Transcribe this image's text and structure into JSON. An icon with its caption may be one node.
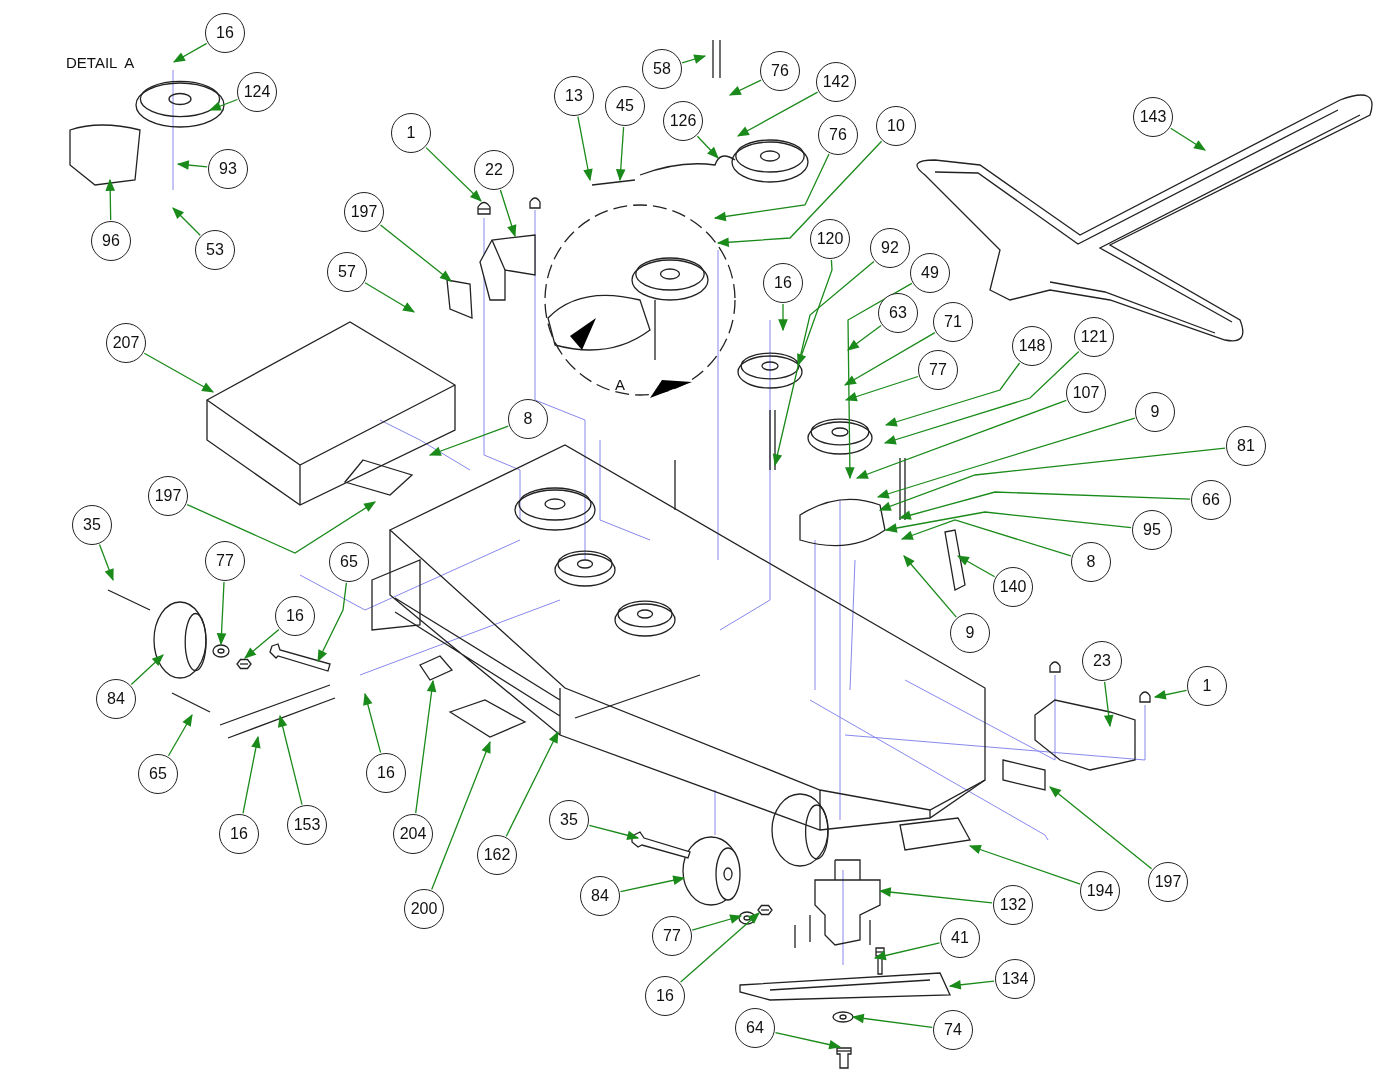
{
  "diagram": {
    "nodes": [
      {
        "text": [
          "16"
        ]
      },
      {
        "text": [
          "58"
        ]
      },
      {
        "text": [
          "76"
        ]
      },
      {
        "text": [
          "142"
        ]
      },
      {
        "text": [
          "124"
        ]
      },
      {
        "text": [
          "143"
        ]
      },
      {
        "text": [
          "126"
        ]
      },
      {
        "text": [
          "10"
        ]
      },
      {
        "text": [
          "13"
        ]
      },
      {
        "text": [
          "45"
        ]
      },
      {
        "text": [
          "1"
        ]
      },
      {
        "text": [
          "76"
        ]
      },
      {
        "text": [
          "93"
        ]
      },
      {
        "text": [
          "22"
        ]
      },
      {
        "text": [
          "197"
        ]
      },
      {
        "text": [
          "53"
        ]
      },
      {
        "text": [
          "96"
        ]
      },
      {
        "text": [
          "120"
        ]
      },
      {
        "text": [
          "92"
        ]
      },
      {
        "text": [
          "16"
        ]
      },
      {
        "text": [
          "49"
        ]
      },
      {
        "text": [
          "63"
        ]
      },
      {
        "text": [
          "71"
        ]
      },
      {
        "text": [
          "57"
        ]
      },
      {
        "text": [
          "207"
        ]
      },
      {
        "text": [
          "148"
        ]
      },
      {
        "text": [
          "77"
        ]
      },
      {
        "text": [
          "121"
        ]
      },
      {
        "text": [
          "107"
        ]
      },
      {
        "text": [
          "9"
        ]
      },
      {
        "text": [
          "81"
        ]
      },
      {
        "text": [
          "8"
        ]
      },
      {
        "text": [
          "66"
        ]
      },
      {
        "text": [
          "95"
        ]
      },
      {
        "text": [
          "197"
        ]
      },
      {
        "text": [
          "8"
        ]
      },
      {
        "text": [
          "35"
        ]
      },
      {
        "text": [
          "77"
        ]
      },
      {
        "text": [
          "140"
        ]
      },
      {
        "text": [
          "65"
        ]
      },
      {
        "text": [
          "16"
        ]
      },
      {
        "text": [
          "9"
        ]
      },
      {
        "text": [
          "1"
        ]
      },
      {
        "text": [
          "23"
        ]
      },
      {
        "text": [
          "84"
        ]
      },
      {
        "text": [
          "65"
        ]
      },
      {
        "text": [
          "16"
        ]
      },
      {
        "text": [
          "153"
        ]
      },
      {
        "text": [
          "16"
        ]
      },
      {
        "text": [
          "204"
        ]
      },
      {
        "text": [
          "162"
        ]
      },
      {
        "text": [
          "35"
        ]
      },
      {
        "text": [
          "197"
        ]
      },
      {
        "text": [
          "194"
        ]
      },
      {
        "text": [
          "84"
        ]
      },
      {
        "text": [
          "132"
        ]
      },
      {
        "text": [
          "200"
        ]
      },
      {
        "text": [
          "77"
        ]
      },
      {
        "text": [
          "41"
        ]
      },
      {
        "text": [
          "134"
        ]
      },
      {
        "text": [
          "16"
        ]
      },
      {
        "text": [
          "74"
        ]
      },
      {
        "text": [
          "64"
        ]
      },
      {
        "text": [],
        "shape": "picture"
      },
      {
        "text": [],
        "shape": "picture"
      },
      {
        "text": [],
        "shape": "picture"
      },
      {
        "text": [],
        "shape": "picture"
      },
      {
        "text": [],
        "shape": "picture"
      },
      {
        "text": [],
        "shape": "picture"
      },
      {
        "text": [],
        "shape": "picture"
      },
      {
        "text": [],
        "shape": "picture"
      },
      {
        "text": [],
        "shape": "picture"
      },
      {
        "text": [],
        "shape": "picture"
      },
      {
        "text": [],
        "shape": "picture"
      },
      {
        "text": [],
        "shape": "picture"
      },
      {
        "text": [],
        "shape": "picture"
      },
      {
        "text": [],
        "shape": "picture"
      }
    ],
    "edges": [
      {
        "from": 0,
        "to": null,
        "arrow": "to"
      },
      {
        "from": 1,
        "to": null,
        "arrow": "to"
      },
      {
        "from": 2,
        "to": null,
        "arrow": "to"
      },
      {
        "from": 3,
        "to": null,
        "arrow": "to"
      },
      {
        "from": 4,
        "to": null,
        "arrow": "to"
      },
      {
        "from": 5,
        "to": null,
        "arrow": "to"
      },
      {
        "from": 6,
        "to": null,
        "arrow": "to"
      },
      {
        "from": 7,
        "to": null,
        "arrow": "to"
      },
      {
        "from": 8,
        "to": null,
        "arrow": "to"
      },
      {
        "from": 9,
        "to": null,
        "arrow": "to"
      },
      {
        "from": 10,
        "to": 63,
        "arrow": "to"
      },
      {
        "from": 11,
        "to": null,
        "arrow": "to"
      },
      {
        "from": 12,
        "to": null,
        "arrow": "to"
      },
      {
        "from": 13,
        "to": 67,
        "arrow": "to"
      },
      {
        "from": 14,
        "to": 74,
        "arrow": "to"
      },
      {
        "from": 15,
        "to": null,
        "arrow": "to"
      },
      {
        "from": 16,
        "to": null,
        "arrow": "to"
      },
      {
        "from": 17,
        "to": null,
        "arrow": "to"
      },
      {
        "from": 18,
        "to": null,
        "arrow": "to"
      },
      {
        "from": 19,
        "to": null,
        "arrow": "to"
      },
      {
        "from": 20,
        "to": null,
        "arrow": "to"
      },
      {
        "from": 21,
        "to": null,
        "arrow": "to"
      },
      {
        "from": 22,
        "to": null,
        "arrow": "to"
      },
      {
        "from": 23,
        "to": null,
        "arrow": "to"
      },
      {
        "from": 24,
        "to": null,
        "arrow": "to"
      },
      {
        "from": 25,
        "to": null,
        "arrow": "to"
      },
      {
        "from": 26,
        "to": null,
        "arrow": "to"
      },
      {
        "from": 27,
        "to": null,
        "arrow": "to"
      },
      {
        "from": 28,
        "to": null,
        "arrow": "to"
      },
      {
        "from": 29,
        "to": null,
        "arrow": "to"
      },
      {
        "from": 30,
        "to": null,
        "arrow": "to"
      },
      {
        "from": 31,
        "to": null,
        "arrow": "to"
      },
      {
        "from": 32,
        "to": null,
        "arrow": "to"
      },
      {
        "from": 33,
        "to": null,
        "arrow": "to"
      },
      {
        "from": 34,
        "to": null,
        "arrow": "to"
      },
      {
        "from": 35,
        "to": null,
        "arrow": "to"
      },
      {
        "from": 36,
        "to": null,
        "arrow": "to"
      },
      {
        "from": 37,
        "to": 75,
        "arrow": "to"
      },
      {
        "from": 38,
        "to": null,
        "arrow": "to"
      },
      {
        "from": 39,
        "to": 64,
        "arrow": "to"
      },
      {
        "from": 40,
        "to": 68,
        "arrow": "to"
      },
      {
        "from": 41,
        "to": null,
        "arrow": "to"
      },
      {
        "from": 42,
        "to": null,
        "arrow": "to"
      },
      {
        "from": 43,
        "to": null,
        "arrow": "to"
      },
      {
        "from": 44,
        "to": null,
        "arrow": "to"
      },
      {
        "from": 45,
        "to": null,
        "arrow": "to"
      },
      {
        "from": 46,
        "to": null,
        "arrow": "to"
      },
      {
        "from": 47,
        "to": null,
        "arrow": "to"
      },
      {
        "from": 48,
        "to": null,
        "arrow": "to"
      },
      {
        "from": 49,
        "to": null,
        "arrow": "to"
      },
      {
        "from": 50,
        "to": null,
        "arrow": "to"
      },
      {
        "from": 51,
        "to": 73,
        "arrow": "to"
      },
      {
        "from": 52,
        "to": null,
        "arrow": "to"
      },
      {
        "from": 53,
        "to": null,
        "arrow": "to"
      },
      {
        "from": 54,
        "to": 65,
        "arrow": "to"
      },
      {
        "from": 55,
        "to": null,
        "arrow": "to"
      },
      {
        "from": 56,
        "to": null,
        "arrow": "to"
      },
      {
        "from": 57,
        "to": 69,
        "arrow": "to"
      },
      {
        "from": 58,
        "to": 71,
        "arrow": "to"
      },
      {
        "from": 59,
        "to": 66,
        "arrow": "to"
      },
      {
        "from": 60,
        "to": 70,
        "arrow": "to"
      },
      {
        "from": 61,
        "to": 72,
        "arrow": "to"
      },
      {
        "from": 62,
        "to": 76,
        "arrow": "to"
      }
    ],
    "labels": [
      "DETAIL  A",
      "A"
    ]
  }
}
